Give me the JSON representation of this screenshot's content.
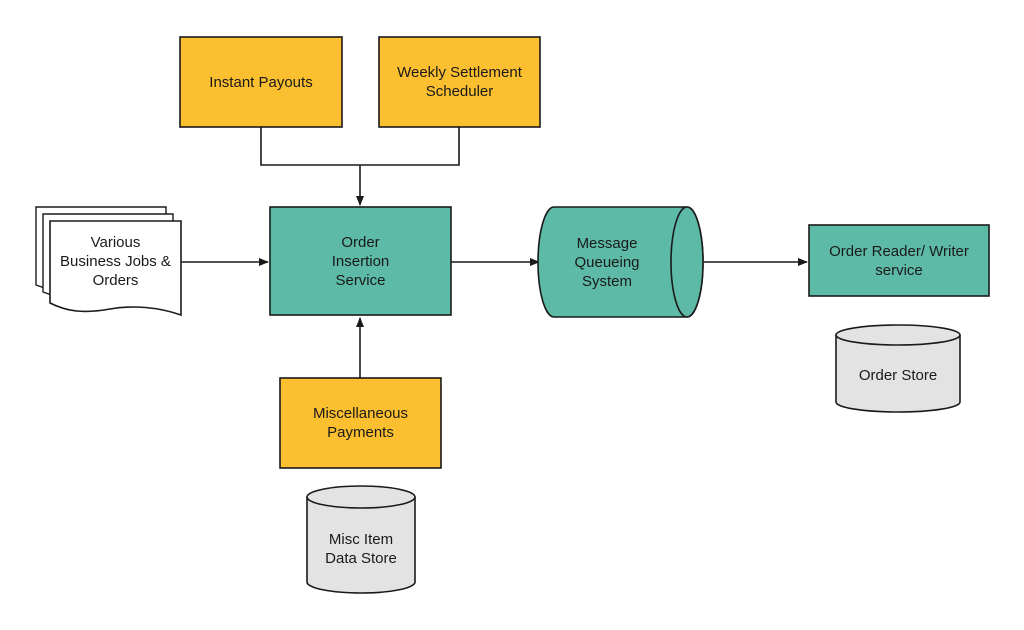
{
  "nodes": {
    "instant_payouts": {
      "label": "Instant Payouts"
    },
    "weekly_settlement": {
      "label": "Weekly Settlement\nScheduler"
    },
    "business_jobs": {
      "label": "Various\nBusiness Jobs &\nOrders"
    },
    "order_insertion": {
      "label": "Order\nInsertion\nService"
    },
    "message_queue": {
      "label": "Message\nQueueing\nSystem"
    },
    "order_reader_writer": {
      "label": "Order Reader/ Writer\nservice"
    },
    "order_store": {
      "label": "Order Store"
    },
    "misc_payments": {
      "label": "Miscellaneous\nPayments"
    },
    "misc_store": {
      "label": "Misc Item\nData Store"
    }
  },
  "colors": {
    "producer_fill": "#fbbf2f",
    "service_fill": "#5dbaa6",
    "store_fill": "#e3e3e3",
    "document_fill": "#ffffff",
    "stroke": "#1a1a1a"
  }
}
